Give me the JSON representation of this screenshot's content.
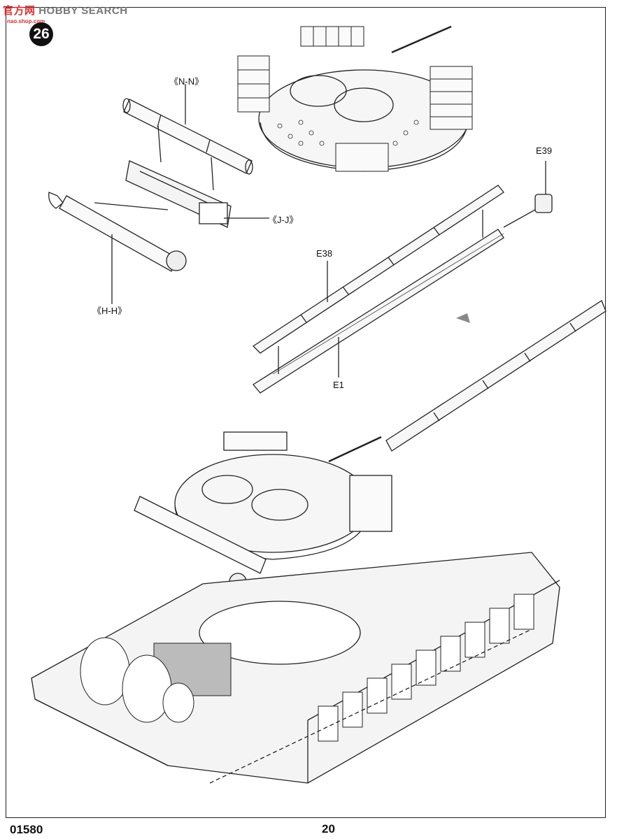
{
  "watermark": {
    "text_cn": "官方网",
    "text_en": "HOBBY SEARCH",
    "sub": "nao.shop.com"
  },
  "step_number": "26",
  "callouts": {
    "nn": "《N-N》",
    "jj": "《J-J》",
    "hh": "《H-H》",
    "e39": "E39",
    "e38": "E38",
    "e1": "E1"
  },
  "footer": {
    "kit_number": "01580",
    "page_number": "20"
  }
}
